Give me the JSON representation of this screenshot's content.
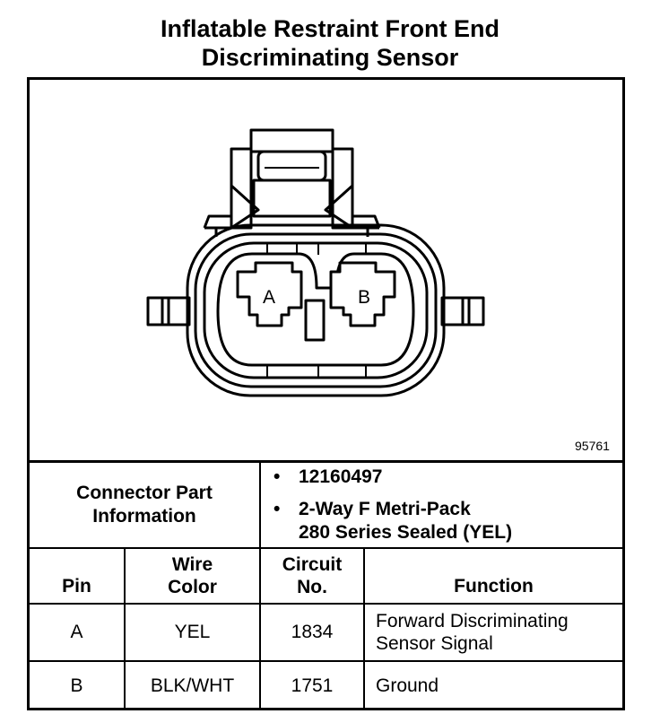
{
  "title": {
    "line1": "Inflatable Restraint Front End",
    "line2": "Discriminating Sensor"
  },
  "figure_number": "95761",
  "connector": {
    "pin_labels": [
      "A",
      "B"
    ]
  },
  "connector_info": {
    "label_line1": "Connector Part",
    "label_line2": "Information",
    "bullet_char": "•",
    "part_number": "12160497",
    "description_line1": "2-Way F Metri-Pack",
    "description_line2": "280 Series Sealed (YEL)"
  },
  "table": {
    "headers": {
      "pin": "Pin",
      "wire_color_line1": "Wire",
      "wire_color_line2": "Color",
      "circuit_line1": "Circuit",
      "circuit_line2": "No.",
      "function": "Function"
    },
    "rows": [
      {
        "pin": "A",
        "wire_color": "YEL",
        "circuit": "1834",
        "function_line1": "Forward Discriminating",
        "function_line2": "Sensor Signal"
      },
      {
        "pin": "B",
        "wire_color": "BLK/WHT",
        "circuit": "1751",
        "function_line1": "Ground",
        "function_line2": ""
      }
    ]
  }
}
